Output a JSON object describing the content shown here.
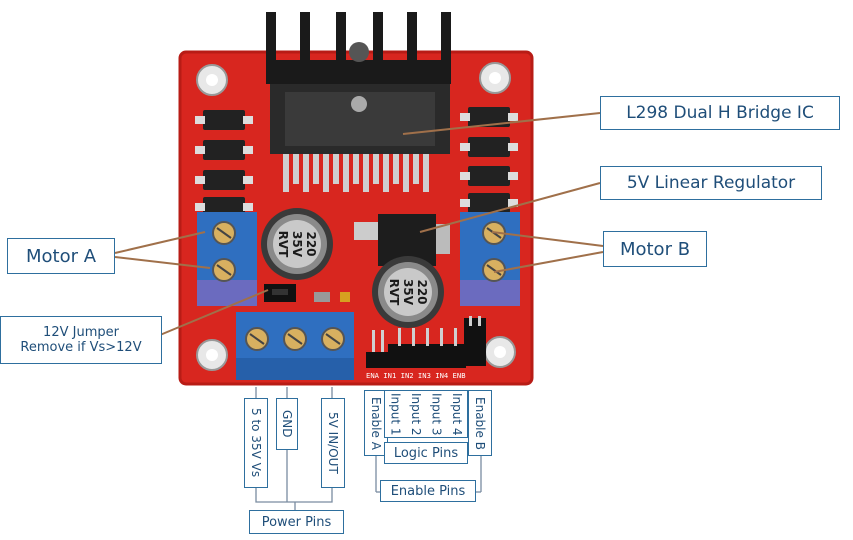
{
  "labels": {
    "ic": "L298 Dual H Bridge IC",
    "regulator": "5V Linear Regulator",
    "motor_a": "Motor A",
    "motor_b": "Motor B",
    "jumper_line1": "12V Jumper",
    "jumper_line2": "Remove if Vs>12V",
    "vs": "5 to 35V Vs",
    "gnd": "GND",
    "five_v": "5V IN/OUT",
    "power_pins": "Power Pins",
    "enable_a": "Enable A",
    "input1": "Input 1",
    "input2": "Input 2",
    "input3": "Input 3",
    "input4": "Input 4",
    "enable_b": "Enable B",
    "logic_pins": "Logic Pins",
    "enable_pins": "Enable Pins"
  },
  "capacitor_text": {
    "line1": "220",
    "line2": "35V",
    "line3": "RVT"
  },
  "pin_header_text": "ENA IN1 IN2 IN3 IN4 ENB",
  "colors": {
    "board": "#d8261f",
    "label_border": "#2e6f9e",
    "label_text": "#1f4e79",
    "callout_line": "#a0704a",
    "terminal_blue": "#2f6fc0",
    "heatsink": "#1a1a1a"
  }
}
